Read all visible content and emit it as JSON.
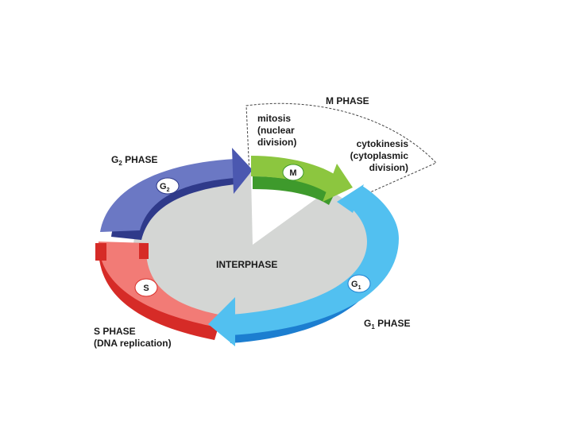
{
  "diagram": {
    "m_phase": {
      "title": "M PHASE",
      "mitosis": [
        "mitosis",
        "(nuclear",
        "division)"
      ],
      "cytokinesis": [
        "cytokinesis",
        "(cytoplasmic",
        "division)"
      ],
      "badge": "M"
    },
    "g2_phase": {
      "label_main": "G",
      "label_sub": "2",
      "label_rest": " PHASE",
      "badge_main": "G",
      "badge_sub": "2"
    },
    "s_phase": {
      "label": "S PHASE",
      "sublabel": "(DNA replication)",
      "badge": "S"
    },
    "g1_phase": {
      "label_main": "G",
      "label_sub": "1",
      "label_rest": " PHASE",
      "badge_main": "G",
      "badge_sub": "1"
    },
    "interphase": "INTERPHASE",
    "colors": {
      "g2": "#6b78c4",
      "g2_dark": "#2f3a8a",
      "m": "#8cc63f",
      "m_dark": "#3e9a2c",
      "g1": "#52c0f0",
      "g1_dark": "#1c7ed0",
      "s": "#f27b76",
      "s_dark": "#d62b27",
      "interphase_fill": "#d4d6d4"
    }
  }
}
